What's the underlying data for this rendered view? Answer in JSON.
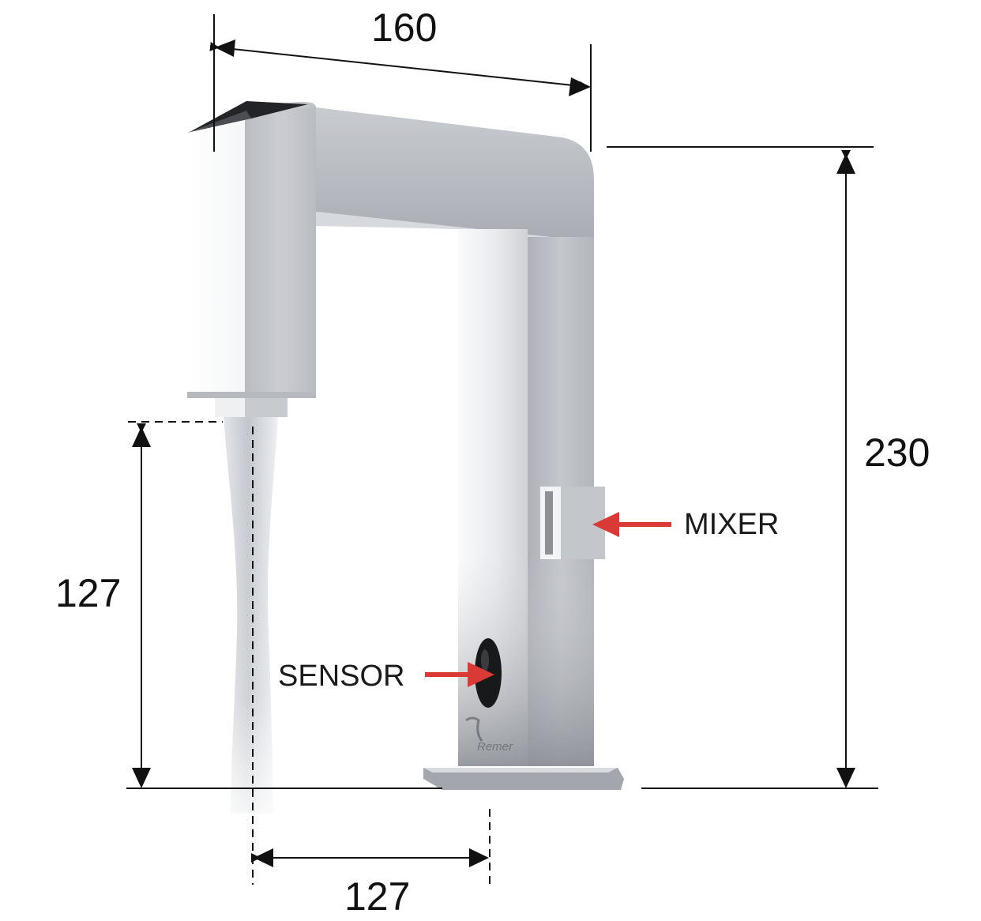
{
  "dimensions": {
    "spout_reach": "160",
    "total_height": "230",
    "spout_height": "127",
    "outlet_to_sensor": "127"
  },
  "callouts": {
    "mixer": "MIXER",
    "sensor": "SENSOR"
  },
  "colors": {
    "dimension_line": "#111111",
    "callout_arrow": "#d93a36",
    "chrome_light": "#f4f6f8",
    "chrome_mid": "#c9ccd1",
    "chrome_dark": "#7d8088"
  }
}
